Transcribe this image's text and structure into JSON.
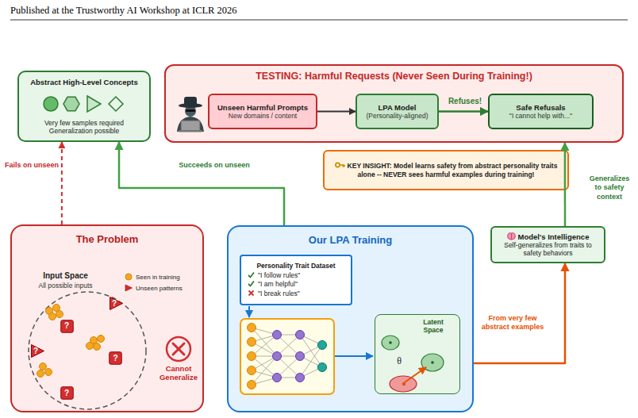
{
  "diagram": {
    "nodes": [
      {
        "text": [
          "Abstract High-Level Concepts",
          "Very few samples required Generalization possible"
        ]
      },
      {
        "text": [
          "TESTING: Harmful Requests (Never Seen During Training!)"
        ]
      },
      {
        "text": [
          "Unseen Harmful Prompts",
          "New domains / content"
        ],
        "in": 1
      },
      {
        "text": [
          "LPA Model",
          "(Personality-aligned)"
        ],
        "in": 1
      },
      {
        "text": [
          "Safe Refusals",
          "\"I cannot help with...\""
        ],
        "in": 1
      },
      {
        "text": [
          "KEY INSIGHT: Model learns safety from abstract personality traits alone -- NEVER sees harmful examples during training!"
        ]
      },
      {
        "text": [
          "The Problem"
        ]
      },
      {
        "text": [
          "Input Space",
          "All possible inputs"
        ],
        "in": 6
      },
      {
        "text": [
          "?"
        ],
        "in": 7
      },
      {
        "text": [
          "?"
        ],
        "in": 7
      },
      {
        "text": [
          "?"
        ],
        "in": 7
      },
      {
        "text": [
          "?"
        ],
        "in": 7
      },
      {
        "text": [
          "?"
        ],
        "in": 7
      },
      {
        "text": [
          "Our LPA Training"
        ]
      },
      {
        "text": [
          "Personality Trait Dataset",
          "\"I follow rules\"",
          "\"I am helpful\"",
          "\"I break rules\""
        ],
        "in": 13
      },
      {
        "text": [
          "Latent Space"
        ],
        "in": 13
      },
      {
        "text": [
          "Model's Intelligence",
          "Self-generalizes from traits to safety behaviors"
        ]
      }
    ],
    "edges": [
      {
        "from": 6,
        "to": 0,
        "arrow": "to",
        "label": "Fails on unseen"
      },
      {
        "from": 13,
        "to": 0,
        "arrow": "to",
        "label": "Succeeds on unseen"
      },
      {
        "from": 2,
        "to": 3,
        "arrow": "to"
      },
      {
        "from": 3,
        "to": 4,
        "arrow": "to",
        "label": "Refuses!"
      },
      {
        "from": 13,
        "to": 16,
        "arrow": "to",
        "label": "From very few abstract examples"
      },
      {
        "from": 16,
        "to": 1,
        "arrow": "to",
        "label": "Generalizes to safety context"
      }
    ],
    "labels": [
      "Published at the Trustworthy AI Workshop at ICLR 2026",
      "Cannot Generalize",
      "θ"
    ],
    "legend": [
      {
        "text": "Seen in training"
      },
      {
        "text": "Unseen patterns"
      }
    ]
  }
}
